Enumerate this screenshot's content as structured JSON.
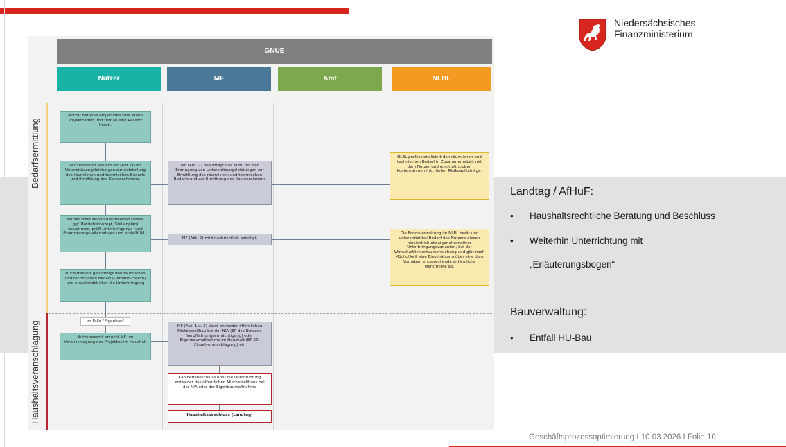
{
  "logo": {
    "line1": "Niedersächsisches",
    "line2": "Finanzministerium"
  },
  "diagram": {
    "title": "GNUE",
    "lanes": [
      "Nutzer",
      "MF",
      "Amt",
      "NLBL"
    ],
    "lane_colors": [
      "#18b3a6",
      "#4a7897",
      "#7ea84f",
      "#f39a22"
    ],
    "phases": [
      "Bedarfsermittlung",
      "Haushaltsveranschlagung"
    ],
    "boxes": {
      "b1": "Nutzer hat eine Projektidee bzw. einen Projektbedarf und tritt an sein Ressort heran.",
      "b2": "Nutzerressort ersucht MF (Abt.2) um Unterstützungsleistungen zur Aufstellung des räumlichen und technischen Bedarfs und Ermittlung des Kostenrahmens.",
      "b3": "MF (Abt. 2) beauftragt das NLBL mit der Erbringung von Unterstützungsleistungen zur Ermittlung des räumlichen und technischen Bedarfs und zur Ermittlung des Kostenrahmens",
      "b4": "NLBL professionalisiert den räumlichen und technischen Bedarf in Zusammenarbeit mit dem Nutzer und ermittelt groben Kostenrahmen inkl. hoher Risikoaufschläge.",
      "b5": "Nutzer stellt seinen Raumbedarf (sowie ggf. Betriebskonzept, Stellenplan) zusammen, prüft Unterbringungs- und Finanzierungs-alternativen und erstellt WU.",
      "b6": "MF (Abt. 2) wird nachrichtlich beteiligt.",
      "b7": "Die Fondsverwaltung im NLBL berät und unterstützt bei Bedarf des Nutzers diesen hinsichtlich etwaiger alternativer Unterbringungsvarianten, bei der Wirtschaftlichkeitsuntersuchung und gibt nach Möglichkeit eine Einschätzung über eine dem Vorhaben entsprechende anfängliche Marktmiete ab.",
      "b8": "Nutzerressort genehmigt den räumlichen und technischen Bedarf (Demand-Freeze) und entscheidet über die Unterbringung",
      "b9": "im Falle \"Eigenbau\"",
      "b10": "Nutzerressort ersucht MF um Veranschlagung des Projektes im Haushalt",
      "b11": "MF (Abt. 1 u. 2) plant entweder öffentlichen Mietbestellbau bei der NIA (EP des Nutzers, Verpflichtungsermächtigung) oder Eigenbaumaßnahme im Haushalt (EP 20, Einzelveranschlagung) ein",
      "b12": "Kabinettsbeschluss über die Durchführung entweder des öffentlichen Mietbestellbaus bei der NIA oder der Eigenbaumaßnahme",
      "b13": "Haushaltsbeschluss (Landtag)"
    }
  },
  "right": {
    "section1_title": "Landtag / AfHuF:",
    "section1_bullets": [
      "Haushaltsrechtliche Beratung und Beschluss",
      "Weiterhin Unterrichtung mit"
    ],
    "section1_continuation": "„Erläuterungsbogen“",
    "section2_title": "Bauverwaltung:",
    "section2_bullets": [
      "Entfall HU-Bau"
    ],
    "bullet_symbol": "•"
  },
  "footer": {
    "text": "Geschäftsprozessoptimierung  I  10.03.2026   I  Folie  10"
  }
}
